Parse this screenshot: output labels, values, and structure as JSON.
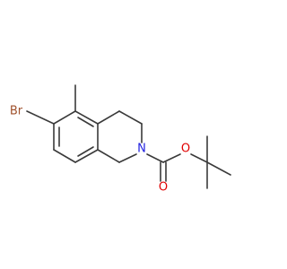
{
  "molecule": {
    "atoms": {
      "br": {
        "label": "Br",
        "color": "#a0522d"
      },
      "n": {
        "label": "N",
        "color": "#1f1fe0"
      },
      "o_ester": {
        "label": "O",
        "color": "#e00000"
      },
      "o_carbonyl": {
        "label": "O",
        "color": "#e00000"
      }
    }
  }
}
